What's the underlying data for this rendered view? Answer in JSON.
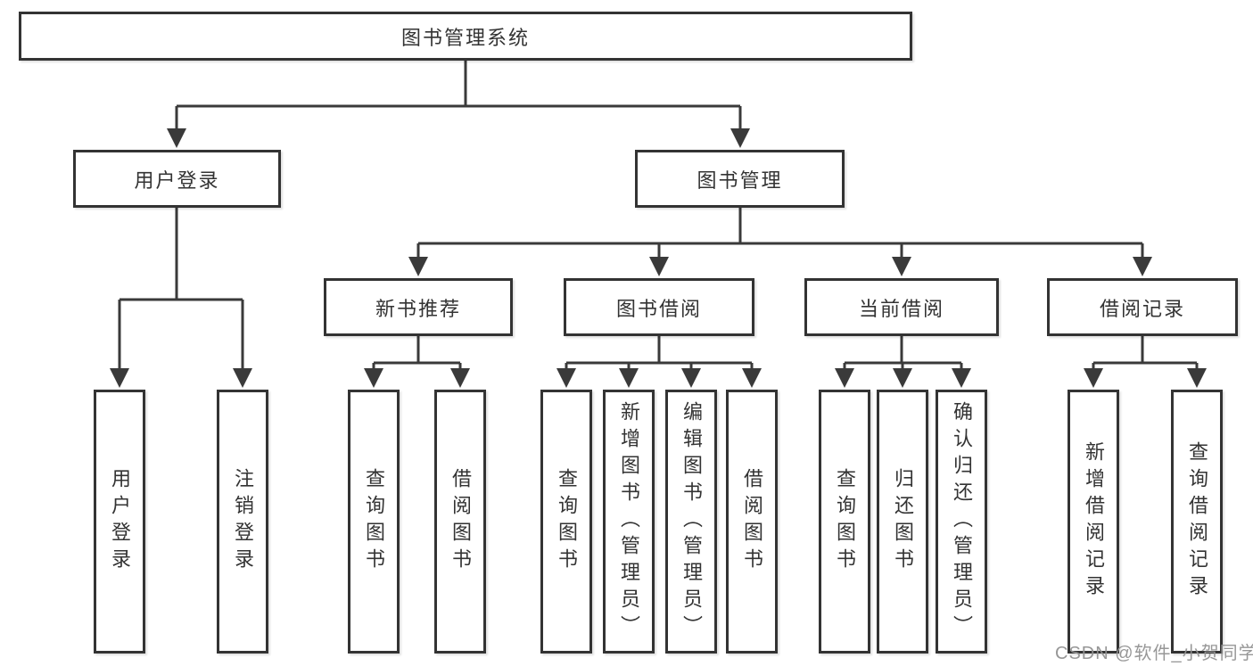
{
  "diagram_type": "functional-structure-tree",
  "colors": {
    "line": "#3a3a3a",
    "box_border": "#333333",
    "box_fill": "#ffffff",
    "text": "#333333",
    "watermark": "#919191"
  },
  "tree": {
    "root": "图书管理系统",
    "branches": [
      {
        "label": "用户登录",
        "leaves": [
          "用户登录",
          "注销登录"
        ]
      },
      {
        "label": "图书管理",
        "groups": [
          {
            "label": "新书推荐",
            "leaves": [
              "查询图书",
              "借阅图书"
            ]
          },
          {
            "label": "图书借阅",
            "leaves": [
              "查询图书",
              "新增图书（管理员）",
              "编辑图书（管理员）",
              "借阅图书"
            ]
          },
          {
            "label": "当前借阅",
            "leaves": [
              "查询图书",
              "归还图书",
              "确认归还（管理员）"
            ]
          },
          {
            "label": "借阅记录",
            "leaves": [
              "新增借阅记录",
              "查询借阅记录"
            ]
          }
        ]
      }
    ]
  },
  "watermark": "CSDN @软件_小贺同学"
}
